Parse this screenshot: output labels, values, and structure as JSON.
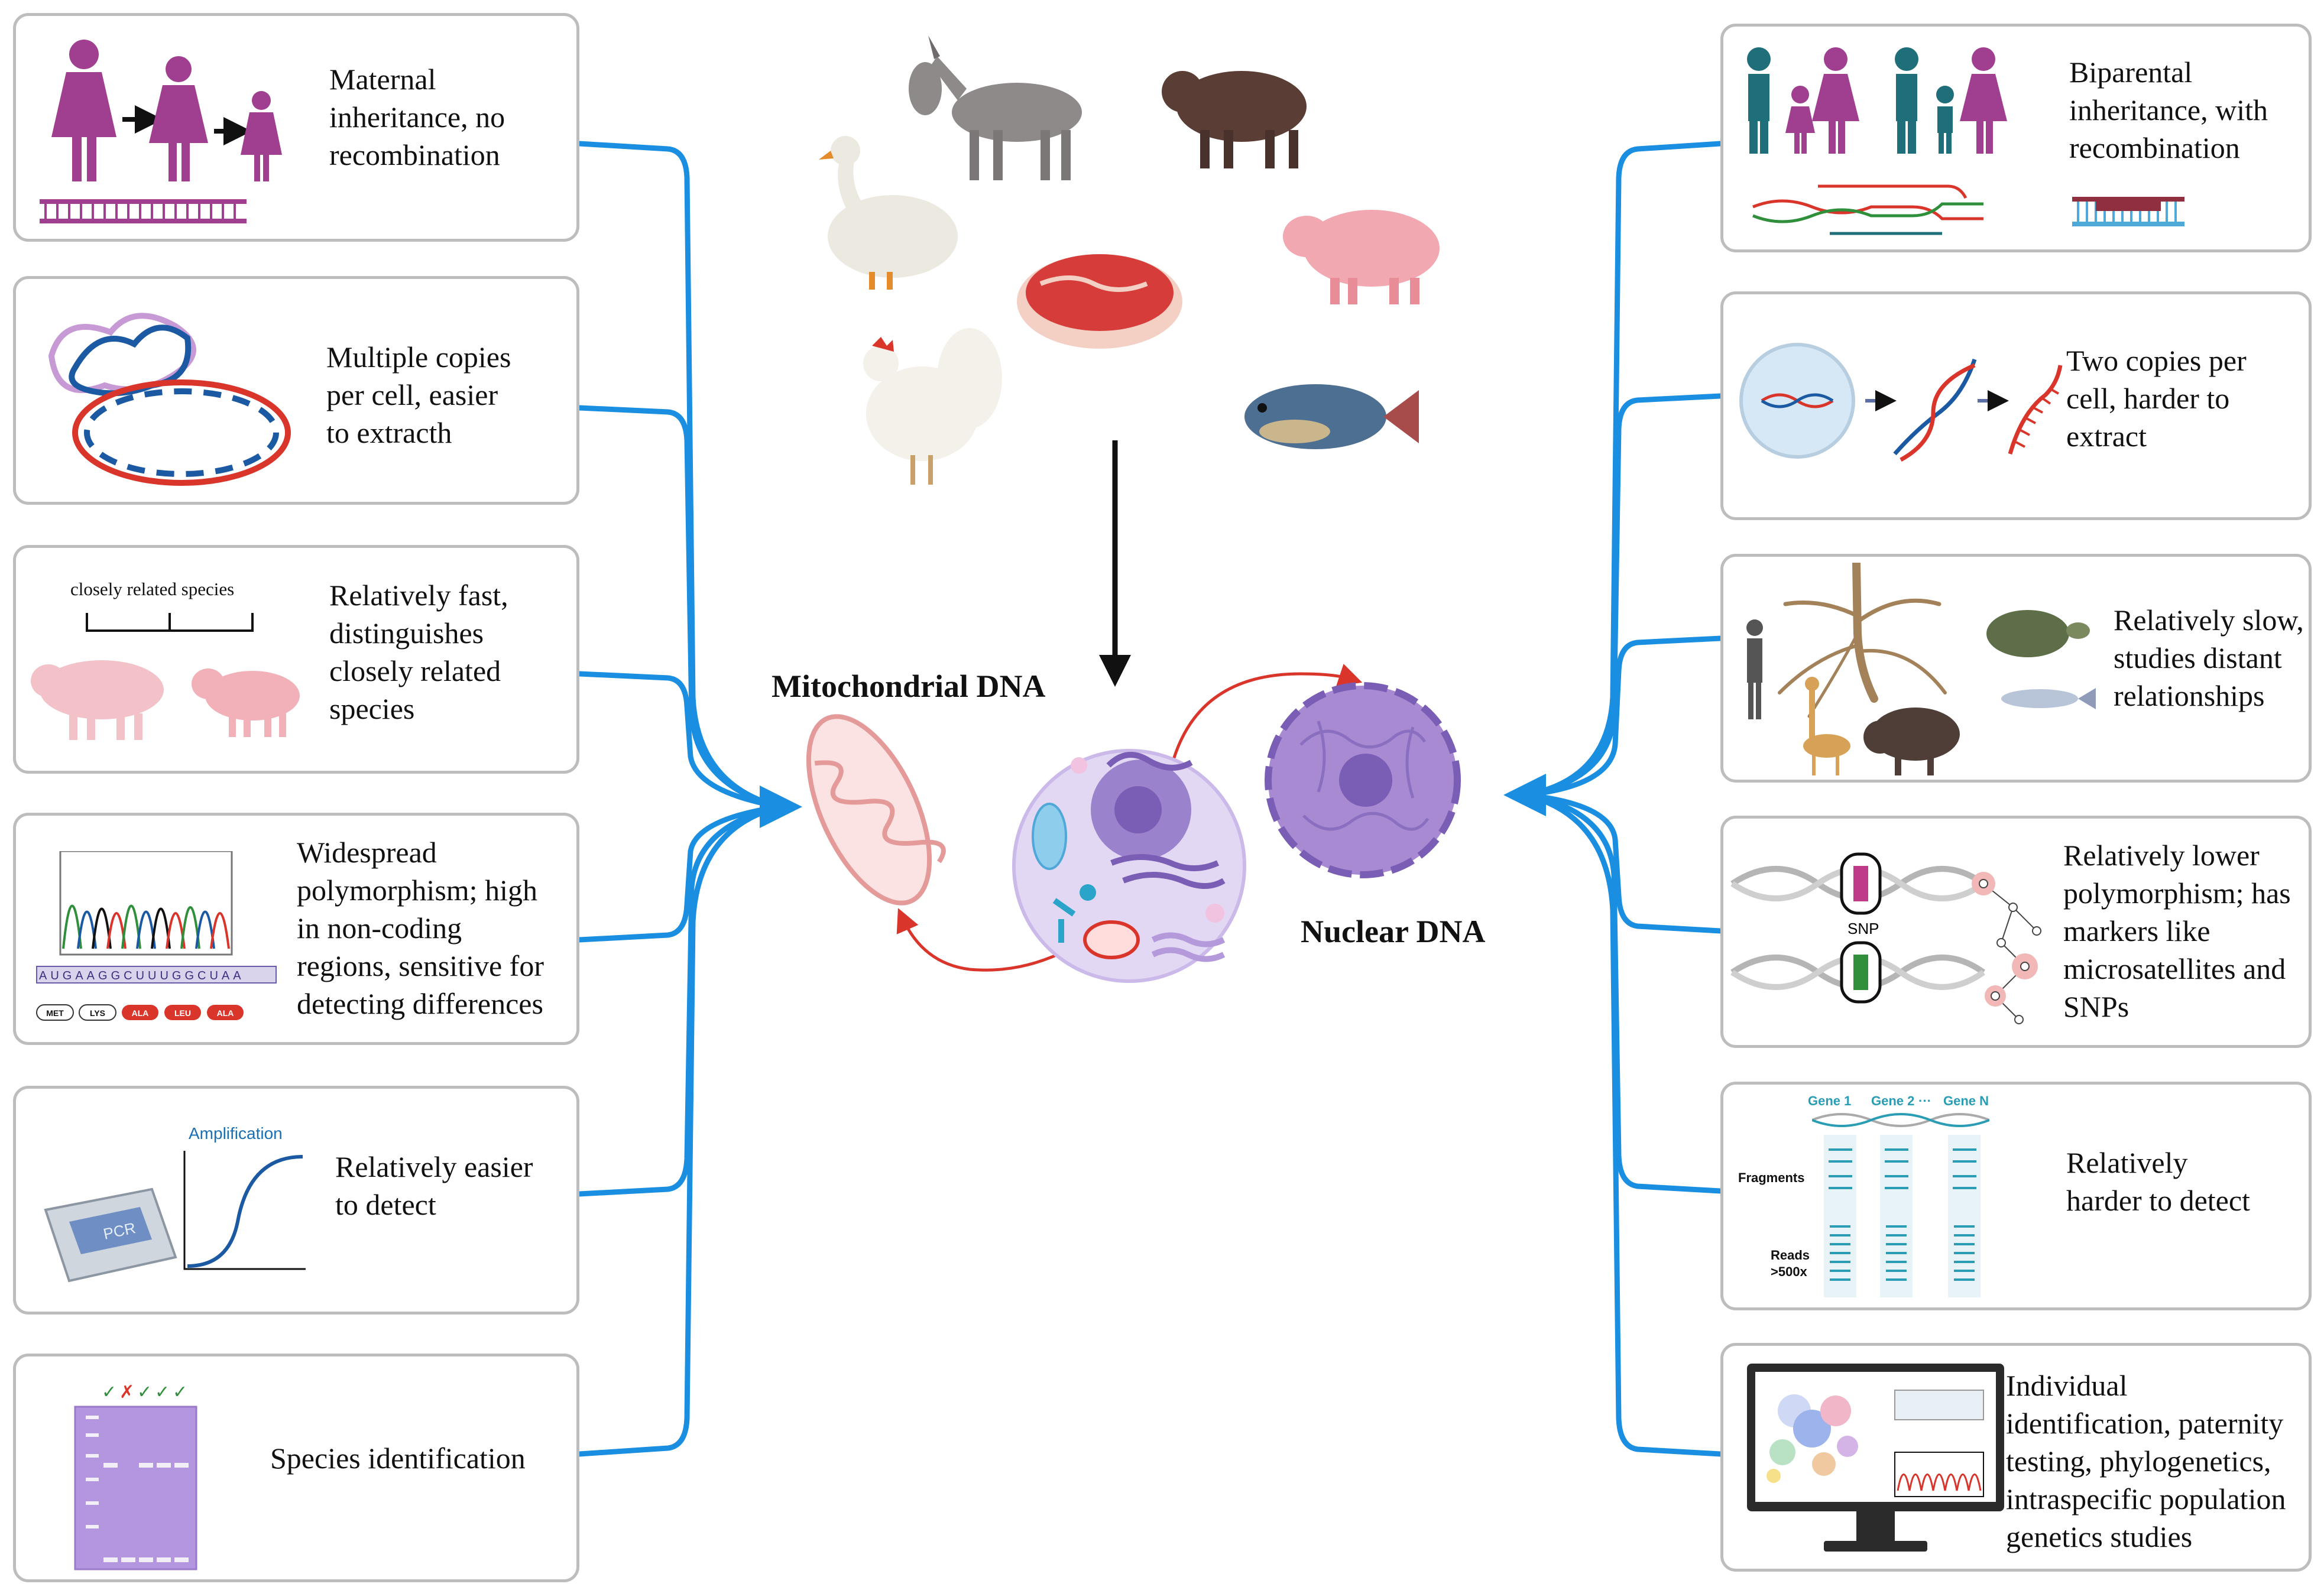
{
  "colors": {
    "connector": "#1a8ee0",
    "panel_border": "#bdbdbd",
    "magenta": "#a03f8f",
    "teal_person": "#1f6f7a",
    "dna_red": "#d9352b",
    "dna_blue": "#1b5aa3",
    "red_arrow": "#d9352b",
    "cell_purple": "#8d6fc4"
  },
  "center": {
    "mito_label": "Mitochondrial DNA",
    "nuclear_label": "Nuclear DNA"
  },
  "left_panels": [
    {
      "id": "maternal",
      "text": "Maternal\ninheritance, no\nrecombination",
      "icons": [
        "woman-icon",
        "girl-icon",
        "dna-ladder-icon"
      ]
    },
    {
      "id": "copies",
      "text": "Multiple copies\nper cell, easier\nto extracth",
      "icons": [
        "plasmid-icon",
        "circular-dna-icon"
      ]
    },
    {
      "id": "fast",
      "text": "Relatively fast,\ndistinguishes\nclosely related\nspecies",
      "label": "closely related species",
      "icons": [
        "pig-icon",
        "piglet-icon"
      ]
    },
    {
      "id": "poly",
      "text": "Widespread\npolymorphism; high\nin non-coding\nregions, sensitive for\ndetecting differences",
      "codons": [
        "MET",
        "LYS",
        "ALA",
        "LEU",
        "ALA"
      ],
      "sequence": "AUGAAGGCUUUGGCUAA",
      "icons": [
        "chromatogram-icon"
      ]
    },
    {
      "id": "easy",
      "text": "Relatively easier\nto detect",
      "amp_label": "Amplification",
      "pcr_label": "PCR",
      "icons": [
        "pcr-machine-icon",
        "amplification-curve-icon"
      ]
    },
    {
      "id": "species",
      "text": "Species identification",
      "icons": [
        "gel-icon",
        "check-icon",
        "cross-icon"
      ]
    }
  ],
  "right_panels": [
    {
      "id": "biparental",
      "text": "Biparental\ninheritance, with\nrecombination",
      "icons": [
        "family-icon",
        "recombination-icon",
        "dna-ladder-icon"
      ]
    },
    {
      "id": "two-copies",
      "text": "Two copies per\ncell, harder to\nextract",
      "icons": [
        "nucleus-dish-icon",
        "dna-helix-icon",
        "single-strand-icon"
      ]
    },
    {
      "id": "slow",
      "text": "Relatively slow,\nstudies distant\nrelationships",
      "icons": [
        "human-icon",
        "tree-root-icon",
        "turtle-icon",
        "giraffe-icon",
        "fish-icon",
        "bison-icon"
      ]
    },
    {
      "id": "lower-poly",
      "text": "Relatively lower\npolymorphism; has\nmarkers like\nmicrosatellites and\nSNPs",
      "snp_label": "SNP",
      "icons": [
        "snp-dna-icon",
        "network-icon"
      ]
    },
    {
      "id": "harder",
      "text": "Relatively\nharder to detect",
      "genes": [
        "Gene 1",
        "Gene 2",
        "···",
        "Gene N"
      ],
      "fragments_label": "Fragments",
      "reads_label": "Reads\n>500x",
      "icons": [
        "sequencing-icon"
      ]
    },
    {
      "id": "individual",
      "text": "Individual\nidentification, paternity\ntesting, phylogenetics,\nintraspecific population\ngenetics studies",
      "icons": [
        "monitor-icon",
        "tsne-plot-icon"
      ]
    }
  ],
  "animals": [
    "donkey-icon",
    "cow-icon",
    "goose-icon",
    "pig-icon",
    "meat-icon",
    "chicken-icon",
    "fish-icon"
  ]
}
